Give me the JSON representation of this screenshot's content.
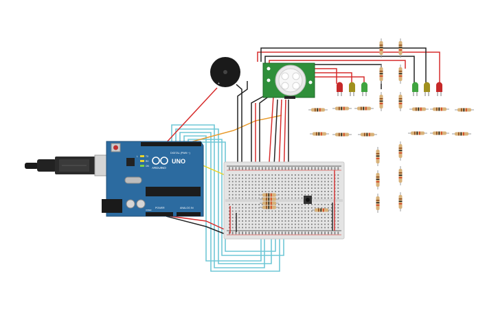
{
  "arduino": {
    "brand": "ARDUINO",
    "model": "UNO",
    "digital_header": "DIGITAL (PWM ~)",
    "power_label": "POWER",
    "analog_label": "ANALOG IN",
    "tx_label": "TX",
    "rx_label": "RX",
    "on_label": "ON",
    "l_label": "L",
    "ioref_label": "IOREF",
    "colors": {
      "board": "#2c6ba0",
      "board_dark": "#1f4f78"
    }
  },
  "pir_sensor": {
    "colors": {
      "pcb": "#2f8f3a",
      "dome": "#f2f2f2"
    }
  },
  "piezo": {
    "colors": {
      "body": "#1a1a1a"
    }
  },
  "breadboard": {
    "colors": {
      "body": "#e4e4e4",
      "rail_red": "#d9534f",
      "rail_black": "#333333"
    }
  },
  "leds": [
    {
      "color": "red"
    },
    {
      "color": "olive"
    },
    {
      "color": "green"
    },
    {
      "color": "green"
    },
    {
      "color": "olive"
    },
    {
      "color": "red"
    }
  ],
  "wire_colors": {
    "red": "#d62b2b",
    "black": "#222222",
    "cyan": "#6fc7d6",
    "orange": "#e89a2c",
    "yellow": "#e8d42c"
  },
  "resistor_colors": {
    "body": "#d8b27a",
    "band1": "#8b4a1b",
    "band2": "#222222",
    "band3": "#d33d1d"
  }
}
